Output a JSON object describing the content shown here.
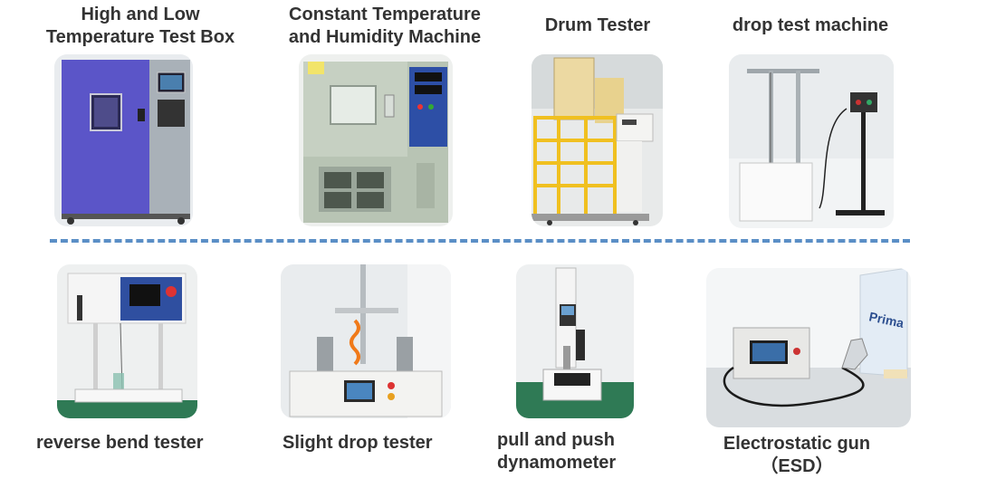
{
  "items": [
    {
      "label_line1": "High and Low",
      "label_line2": "Temperature Test Box"
    },
    {
      "label_line1": "Constant Temperature",
      "label_line2": "and Humidity Machine"
    },
    {
      "label_line1": "Drum Tester"
    },
    {
      "label_line1": "drop test machine"
    },
    {
      "label_line1": "reverse bend tester"
    },
    {
      "label_line1": "Slight drop tester"
    },
    {
      "label_line1": "pull and push",
      "label_line2": "dynamometer"
    },
    {
      "label_line1": "Electrostatic gun",
      "label_line2": "（ESD）"
    }
  ],
  "logo_text": "Prima",
  "colors": {
    "label_text": "#333333",
    "divider": "#5b8fc6",
    "chamber_purple": "#5b55c8",
    "chamber_green": "#b8c4b4",
    "drum_yellow": "#f0c020",
    "floor_green": "#2f7a55"
  }
}
